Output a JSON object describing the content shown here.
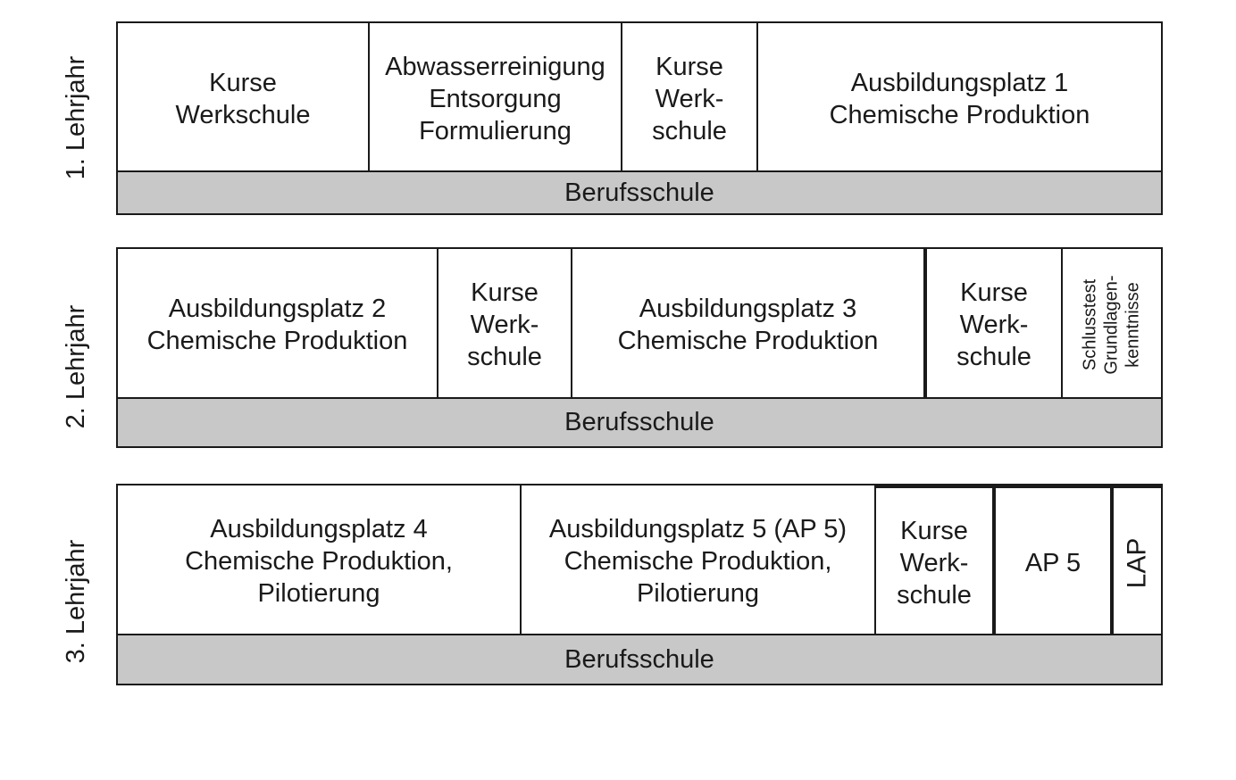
{
  "years": [
    {
      "label": "1. Lehrjahr",
      "cells": [
        "Kurse\nWerkschule",
        "Abwasserreinigung\nEntsorgung\nFormulierung",
        "Kurse\nWerk-\nschule",
        "Ausbildungsplatz 1\nChemische Produktion"
      ],
      "school": "Berufsschule"
    },
    {
      "label": "2. Lehrjahr",
      "cells": [
        "Ausbildungsplatz 2\nChemische Produktion",
        "Kurse\nWerk-\nschule",
        "Ausbildungsplatz 3\nChemische Produktion",
        "Kurse\nWerk-\nschule",
        "Schlusstest\nGrundlagen-\nkenntnisse"
      ],
      "school": "Berufsschule"
    },
    {
      "label": "3. Lehrjahr",
      "cells": [
        "Ausbildungsplatz 4\nChemische Produktion,\nPilotierung",
        "Ausbildungsplatz 5 (AP 5)\nChemische Produktion,\nPilotierung",
        "Kurse\nWerk-\nschule",
        "AP 5",
        "LAP"
      ],
      "school": "Berufsschule"
    }
  ]
}
